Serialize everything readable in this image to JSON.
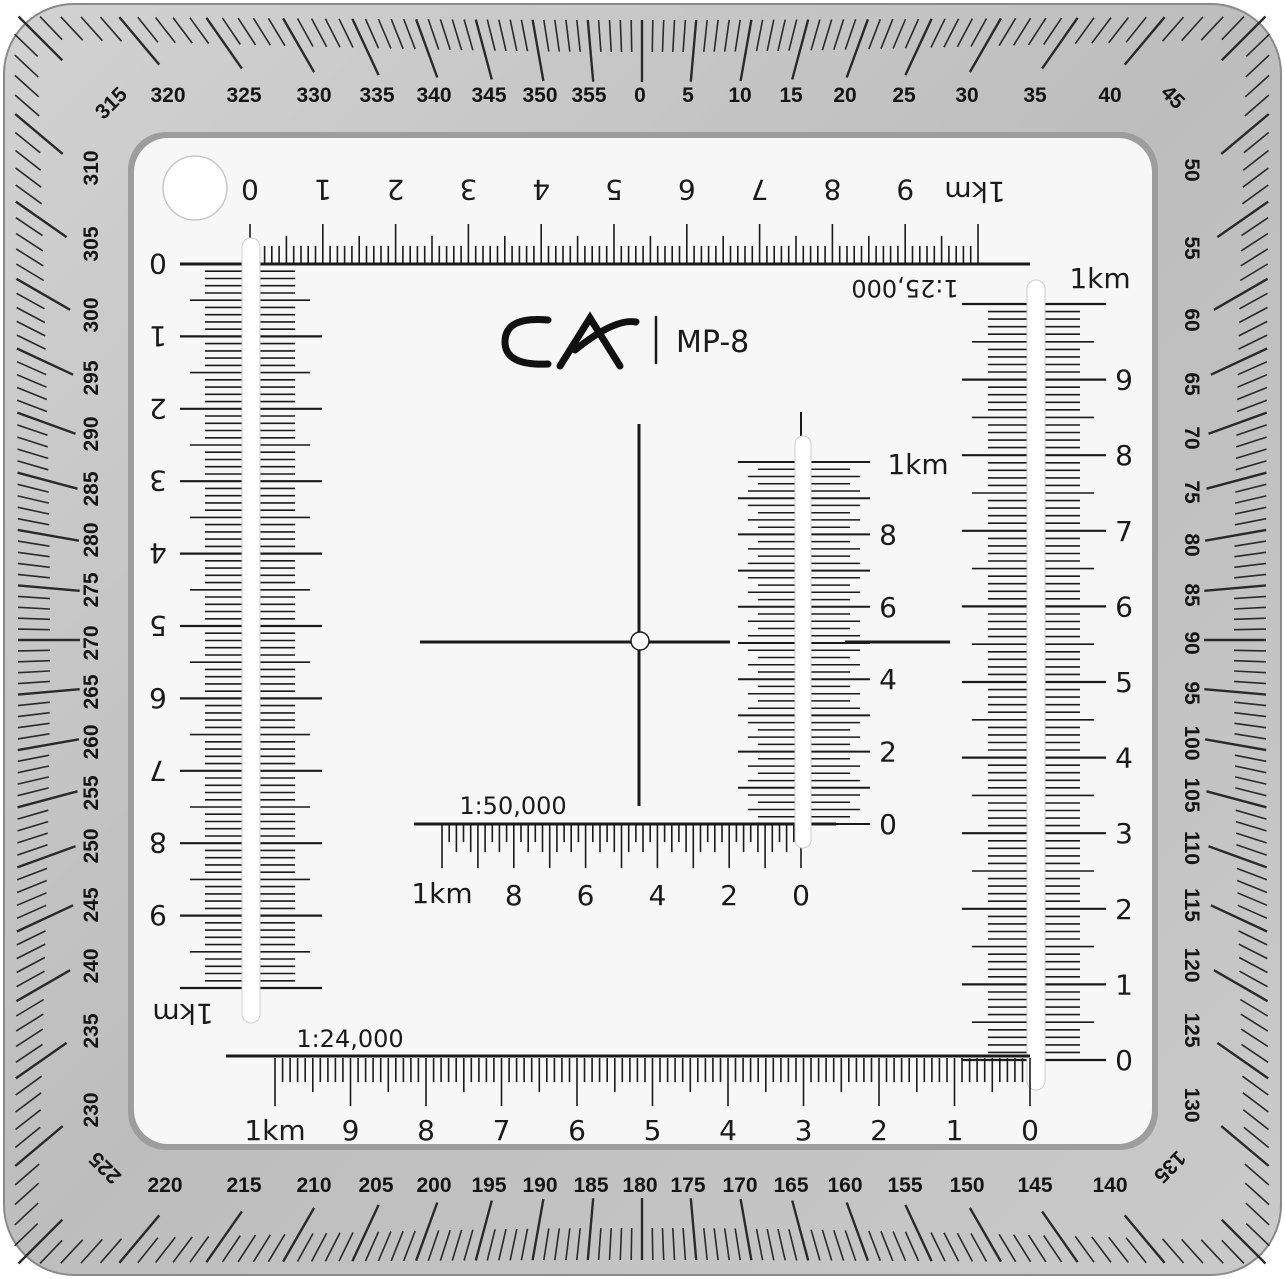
{
  "product": {
    "model": "MP-8",
    "brand_mark": "CA logo"
  },
  "colors": {
    "frame_outer": "#c9c9c9",
    "frame_inner": "#a8a8a8",
    "face": "#f7f7f7",
    "ink": "#1a1a1a"
  },
  "bezel": {
    "top_labels": [
      "320",
      "325",
      "330",
      "335",
      "340",
      "345",
      "350",
      "355",
      "0",
      "5",
      "10",
      "15",
      "20",
      "25",
      "30",
      "35",
      "40",
      "45"
    ],
    "right_labels": [
      "50",
      "55",
      "60",
      "65",
      "70",
      "75",
      "80",
      "85",
      "90",
      "95",
      "100",
      "105",
      "110",
      "115",
      "120",
      "125",
      "130",
      "135"
    ],
    "bottom_labels": [
      "220",
      "215",
      "210",
      "205",
      "200",
      "195",
      "190",
      "185",
      "180",
      "175",
      "170",
      "165",
      "160",
      "155",
      "150",
      "145",
      "140"
    ],
    "left_labels": [
      "315",
      "310",
      "305",
      "300",
      "295",
      "290",
      "285",
      "280",
      "275",
      "270",
      "265",
      "260",
      "255",
      "250",
      "245",
      "240",
      "235",
      "230",
      "225"
    ]
  },
  "scales": {
    "top": {
      "scale_label": "1:25,000",
      "numbers": [
        "0",
        "1",
        "2",
        "3",
        "4",
        "5",
        "6",
        "7",
        "8",
        "9"
      ],
      "unit": "1km"
    },
    "left": {
      "numbers": [
        "0",
        "1",
        "2",
        "3",
        "4",
        "5",
        "6",
        "7",
        "8",
        "9"
      ],
      "unit": "1km"
    },
    "right": {
      "unit": "1km",
      "numbers": [
        "9",
        "8",
        "7",
        "6",
        "5",
        "4",
        "3",
        "2",
        "1",
        "0"
      ]
    },
    "bottom": {
      "scale_label": "1:24,000",
      "unit": "1km",
      "numbers": [
        "9",
        "8",
        "7",
        "6",
        "5",
        "4",
        "3",
        "2",
        "1",
        "0"
      ]
    },
    "inner": {
      "scale_label": "1:50,000",
      "horizontal_unit": "1km",
      "horizontal_numbers": [
        "8",
        "6",
        "4",
        "2",
        "0"
      ],
      "vertical_unit": "1km",
      "vertical_numbers": [
        "8",
        "6",
        "4",
        "2",
        "0"
      ]
    }
  }
}
